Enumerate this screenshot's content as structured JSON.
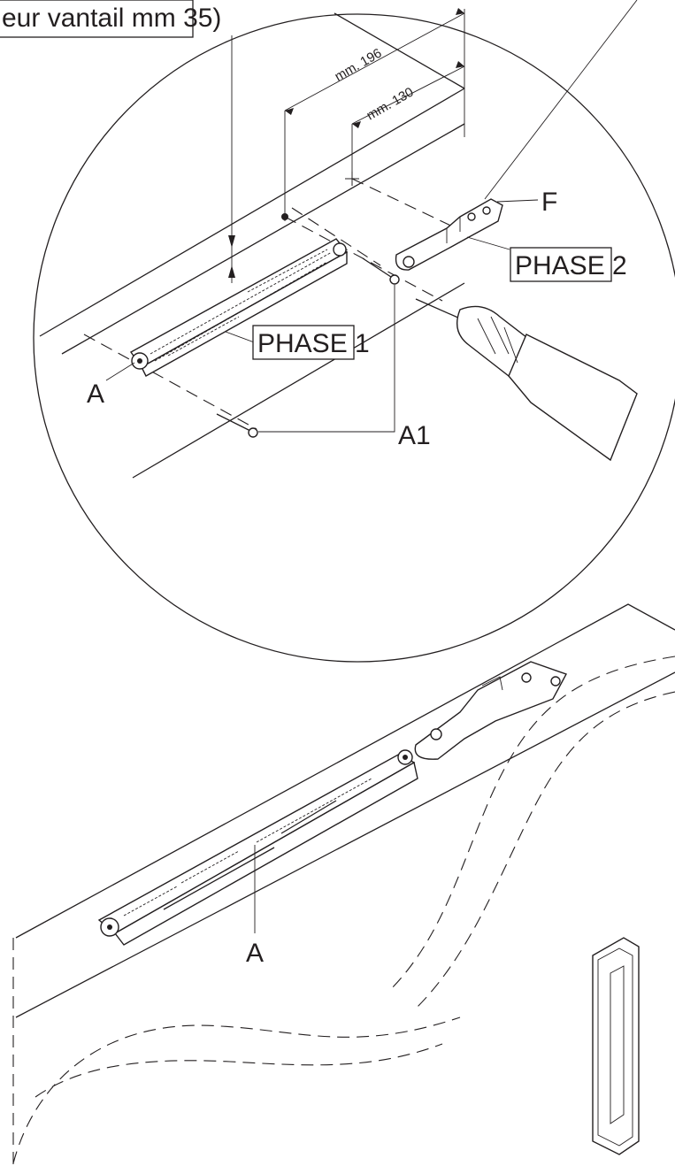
{
  "labels": {
    "top_note": "eur vantail mm 35)",
    "dim_196": "mm. 196",
    "dim_130": "mm. 130",
    "phase1": "PHASE 1",
    "phase2": "PHASE 2",
    "label_a_detail": "A",
    "label_a1": "A1",
    "label_f": "F",
    "label_a_assembly": "A"
  },
  "colors": {
    "ink": "#231f20",
    "paper": "#ffffff"
  }
}
